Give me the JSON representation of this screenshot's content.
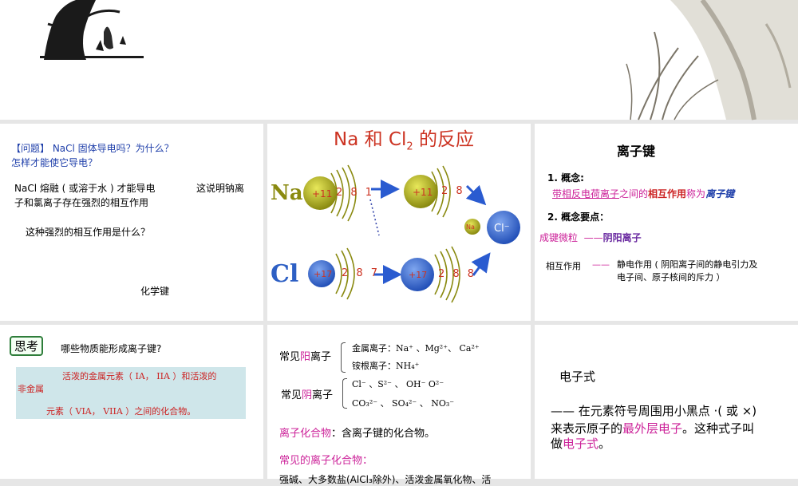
{
  "panel1": {
    "question_line1": "【问题】 NaCl 固体导电吗？为什么？",
    "question_line2": "怎样才能使它导电？",
    "text_a": "NaCl 熔融 ( 或溶于水 ) 才能导电",
    "text_b": "这说明钠离",
    "text_c": "子和氯离子存在强烈的相互作用",
    "text_d": "这种强烈的相互作用是什么？",
    "answer": "化学键"
  },
  "panel2": {
    "title": "Na 和 Cl",
    "title_sub": "2",
    "title_end": " 的反应",
    "na_symbol": "Na",
    "cl_symbol": "Cl",
    "na_nucleus": "+11",
    "na_shells": "2 8 1",
    "na_ion_nucleus": "+11",
    "na_ion_shells": "2 8",
    "cl_nucleus": "+17",
    "cl_shells": "2 8 7",
    "cl_ion_nucleus": "+17",
    "cl_ion_shells": "2 8 8",
    "small_na": "Na",
    "cl_ion_label": "Cl⁻",
    "colors": {
      "red": "#cc3322",
      "olive": "#8a8a10",
      "blue": "#2d5fc4",
      "arrow": "#2a5bd0"
    }
  },
  "panel3": {
    "title": "离子键",
    "item1_num": "1.",
    "item1_label": "概念:",
    "def_a": "带相反电荷离子",
    "def_b": "之间的",
    "def_c": "相互作用",
    "def_d": "称为",
    "def_e": "离子键",
    "item2_num": "2.",
    "item2_label": "概念要点：",
    "point1_label": "成键微粒",
    "point1_dash": "——",
    "point1_value": "阴阳离子",
    "point2_label": "相互作用",
    "point2_dash": "——",
    "point2_line1": "静电作用 ( 阴阳离子间的静电引力及",
    "point2_line2": "电子间、原子核间的斥力 ）"
  },
  "panel4": {
    "think_badge": "思考",
    "question": "哪些物质能形成离子键?",
    "box_line1": "活泼的金属元素（ IA， IIA ）和活泼的",
    "box_line2": "非金属",
    "box_line3": "元素（ VIA， VIIA ）之间的化合物。"
  },
  "panel5": {
    "cation_pre": "常见",
    "cation_key": "阳",
    "cation_post": "离子",
    "metal_ions": "金属离子：Na⁺ 、Mg²⁺、 Ca²⁺",
    "ammonium": "铵根离子：NH₄⁺",
    "anion_pre": "常见",
    "anion_key": "阴",
    "anion_post": "离子",
    "anions_line1": "Cl⁻ 、S²⁻ 、 OH⁻  O²⁻",
    "anions_line2": "CO₃²⁻ 、  SO₄²⁻ 、  NO₃⁻",
    "ionic_compound_label": "离子化合物",
    "ionic_compound_def": "：含离子键的化合物。",
    "common_label": "常见的离子化合物：",
    "common_line": "强碱、大多数盐(AlCl₃除外)、活泼金属氧化物、活"
  },
  "panel6": {
    "title": "电子式",
    "line1": "—— 在元素符号周围用小黑点 ·( 或 ×)",
    "line2_a": "来表示原子的",
    "line2_b": "最外层电子",
    "line2_c": "。这种式子叫",
    "line3_a": "做",
    "line3_b": "电子式",
    "line3_c": "。"
  }
}
